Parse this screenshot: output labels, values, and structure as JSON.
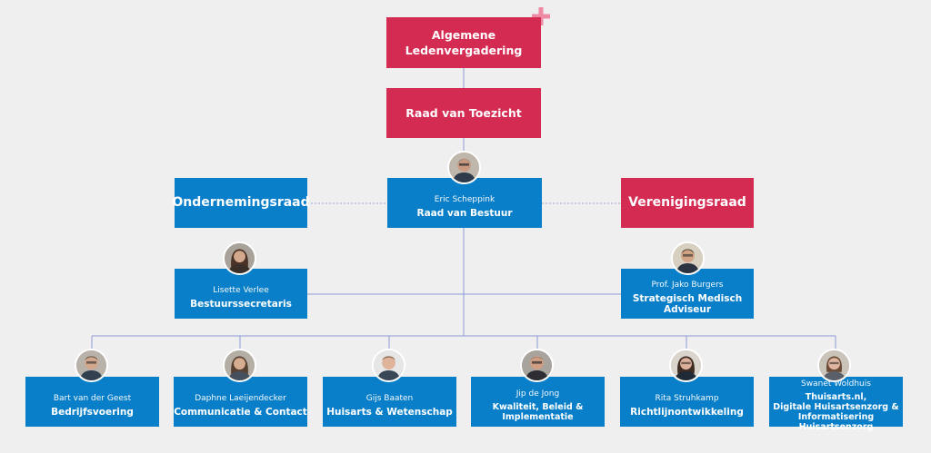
{
  "colors": {
    "red": "#d42b52",
    "blue": "#0a7fc9",
    "connector": "#8c9bd4",
    "plus_icon": "#ef8aa4"
  },
  "top": {
    "alv": "Algemene\nLedenvergadering",
    "rvt": "Raad van Toezicht",
    "or": "Ondernemingsraad",
    "rvb": {
      "name": "Eric Scheppink",
      "role": "Raad van Bestuur"
    },
    "vr": "Verenigingsraad"
  },
  "staff": {
    "secretaris": {
      "name": "Lisette Verlee",
      "role": "Bestuurssecretaris"
    },
    "adviseur": {
      "name": "Prof. Jako Burgers",
      "role": "Strategisch Medisch Adviseur"
    }
  },
  "departments": [
    {
      "name": "Bart van der Geest",
      "role": "Bedrijfsvoering"
    },
    {
      "name": "Daphne Laeijendecker",
      "role": "Communicatie & Contact"
    },
    {
      "name": "Gijs Baaten",
      "role": "Huisarts & Wetenschap"
    },
    {
      "name": "Jip de Jong",
      "role": "Kwaliteit, Beleid &\nImplementatie"
    },
    {
      "name": "Rita Struhkamp",
      "role": "Richtlijnontwikkeling"
    },
    {
      "name": "Swanet Woldhuis",
      "role": "Thuisarts.nl,\nDigitale Huisartsenzorg &\nInformatisering Huisartsenzorg"
    }
  ]
}
